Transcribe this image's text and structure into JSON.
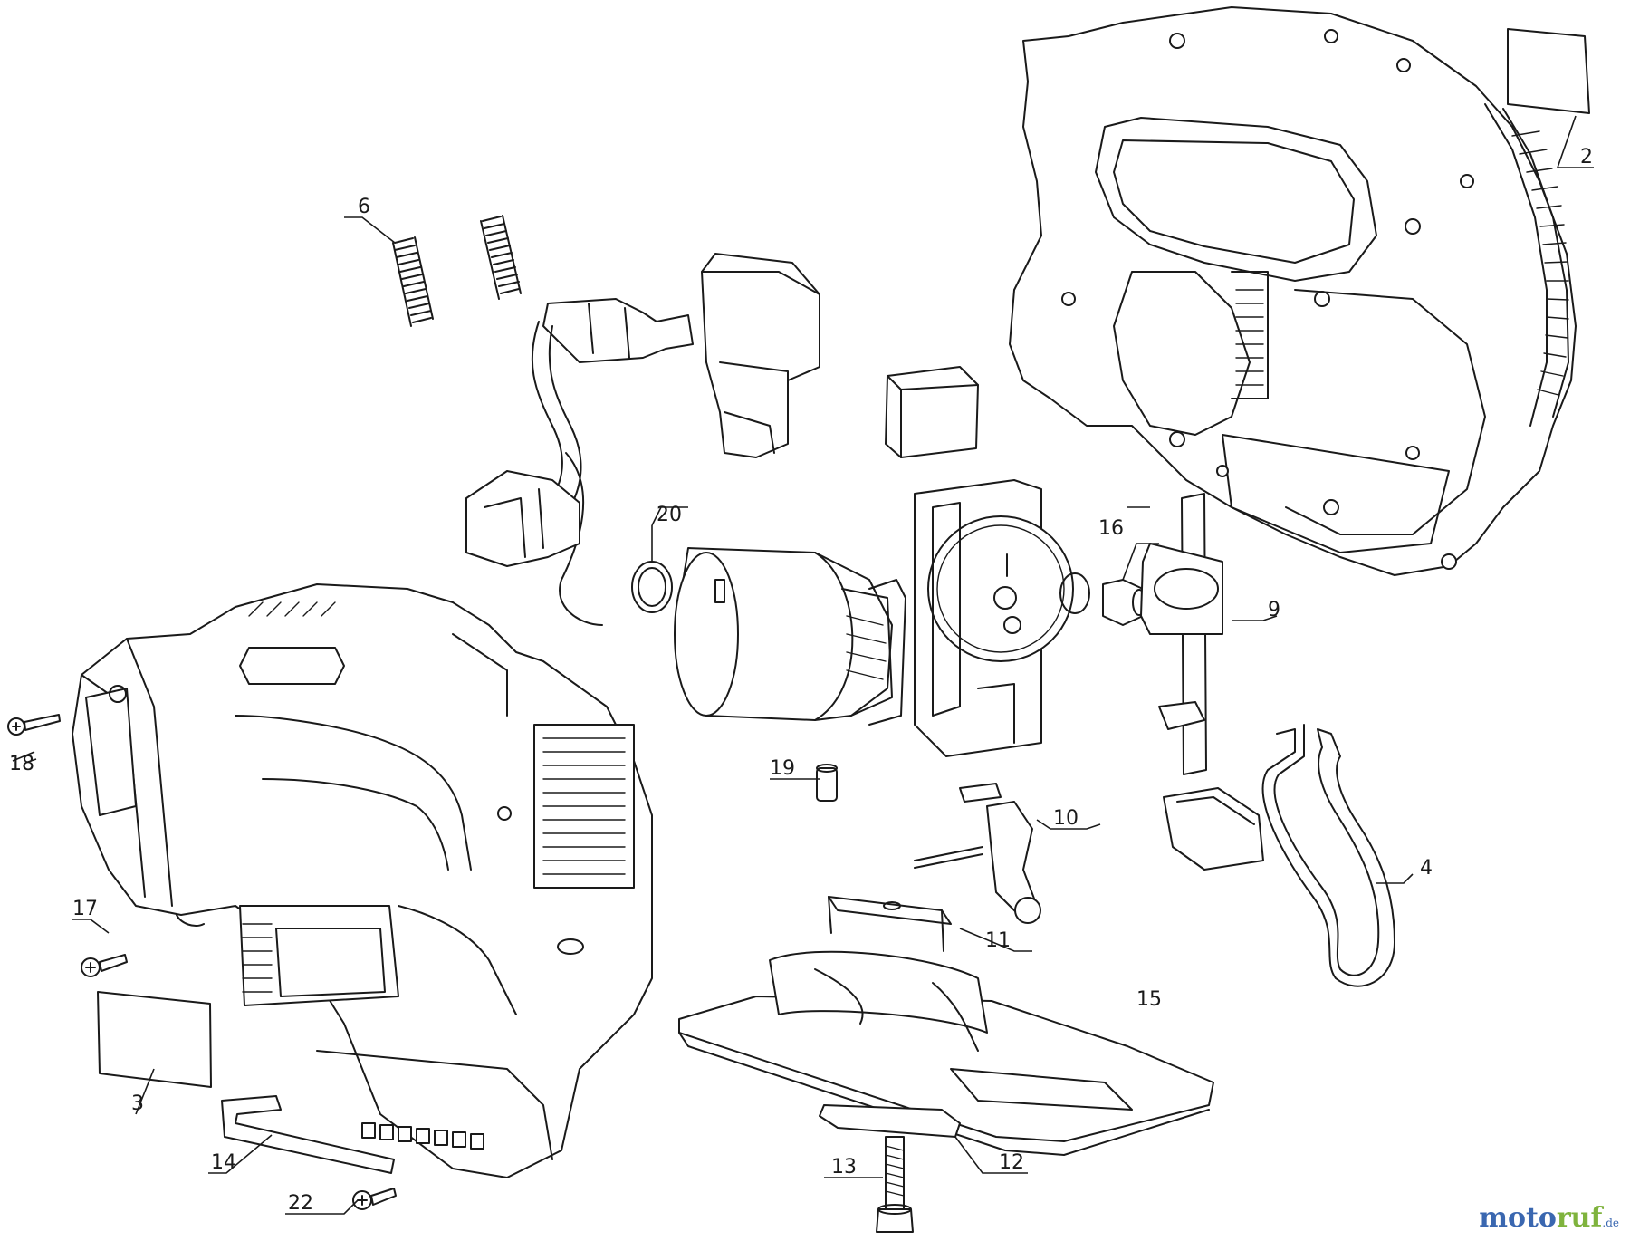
{
  "callouts": {
    "c2": "2",
    "c3": "3",
    "c4": "4",
    "c6": "6",
    "c9": "9",
    "c10": "10",
    "c11": "11",
    "c12": "12",
    "c13": "13",
    "c14": "14",
    "c15": "15",
    "c16": "16",
    "c17": "17",
    "c18": "18",
    "c19": "19",
    "c20": "20",
    "c22": "22"
  },
  "watermark": {
    "part1": "moto",
    "part2": "ruf",
    "suffix": ".de"
  },
  "colors": {
    "line": "#1a1a1a",
    "watermark_blue": "#3a67b0",
    "watermark_green": "#7fb33d"
  }
}
